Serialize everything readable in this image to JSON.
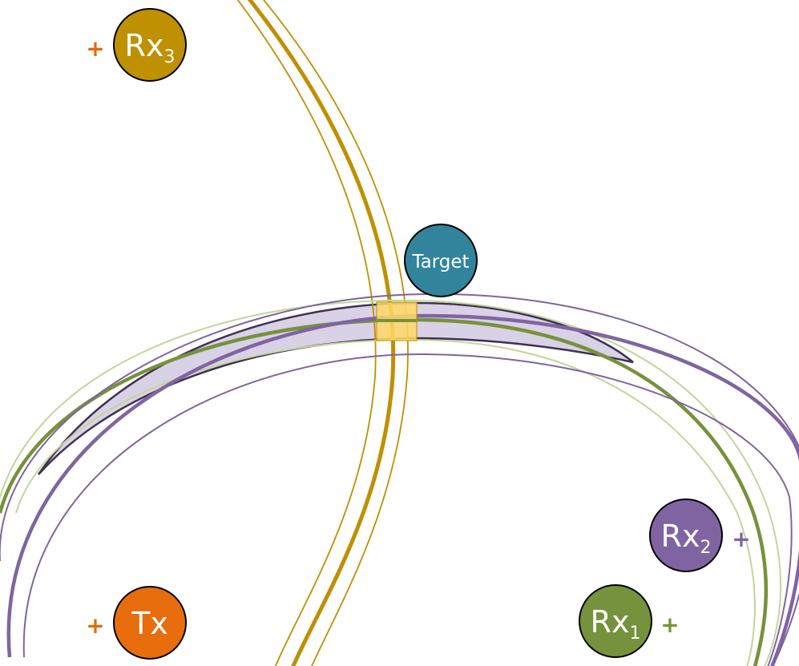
{
  "nodes": {
    "tx": {
      "label": "Tx",
      "sub": "",
      "color": "#e86d0c"
    },
    "rx1": {
      "label": "Rx",
      "sub": "1",
      "color": "#76923c"
    },
    "rx2": {
      "label": "Rx",
      "sub": "2",
      "color": "#8064a2"
    },
    "rx3": {
      "label": "Rx",
      "sub": "3",
      "color": "#bf9000"
    },
    "target": {
      "label": "Target",
      "sub": "",
      "color": "#31849b"
    }
  },
  "markers": {
    "tx": {
      "symbol": "+",
      "color": "#e36c09"
    },
    "rx1": {
      "symbol": "+",
      "color": "#76923c"
    },
    "rx2": {
      "symbol": "+",
      "color": "#8064a2"
    },
    "rx3": {
      "symbol": "+",
      "color": "#e36c09"
    }
  },
  "colors": {
    "ellipse1": "#76923c",
    "ellipse1_light": "#c3d69b",
    "ellipse2": "#8064a2",
    "ellipse3": "#bf9000",
    "intersection_fill": "#d9d1e6",
    "intersection_stroke": "#3f3151",
    "overlap_box": "#ffd966"
  }
}
